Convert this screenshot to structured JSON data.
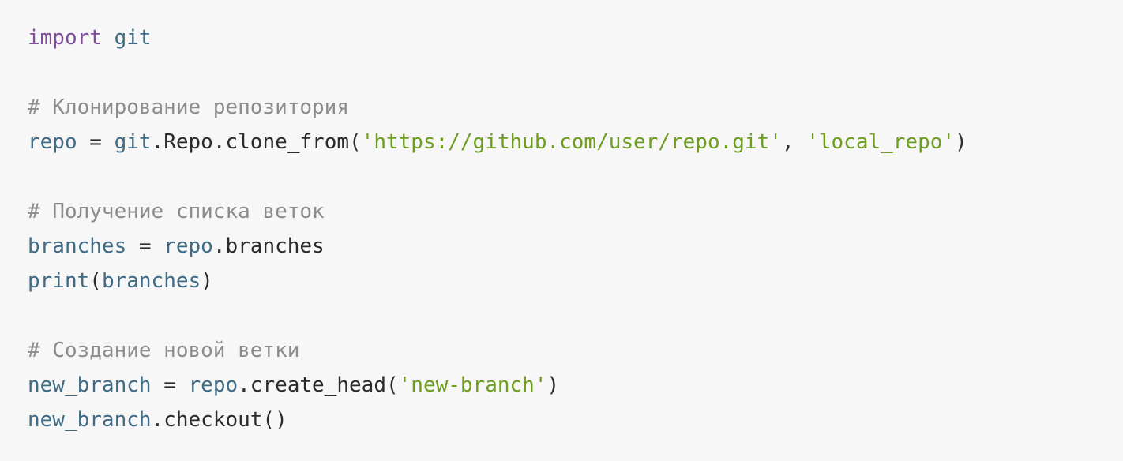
{
  "code": {
    "colors": {
      "background": "#f7f7f7",
      "keyword": "#7e4e9a",
      "variable": "#3f6b85",
      "string": "#6e9e1f",
      "comment": "#8c8c8c",
      "plain": "#2b2b2b"
    },
    "lines": [
      [
        {
          "t": "import",
          "k": "keyword"
        },
        {
          "t": " ",
          "k": "plain"
        },
        {
          "t": "git",
          "k": "variable"
        }
      ],
      [],
      [
        {
          "t": "# Клонирование репозитория",
          "k": "comment"
        }
      ],
      [
        {
          "t": "repo",
          "k": "variable"
        },
        {
          "t": " = ",
          "k": "plain"
        },
        {
          "t": "git",
          "k": "variable"
        },
        {
          "t": ".Repo.clone_from(",
          "k": "plain"
        },
        {
          "t": "'https://github.com/user/repo.git'",
          "k": "string"
        },
        {
          "t": ", ",
          "k": "plain"
        },
        {
          "t": "'local_repo'",
          "k": "string"
        },
        {
          "t": ")",
          "k": "plain"
        }
      ],
      [],
      [
        {
          "t": "# Получение списка веток",
          "k": "comment"
        }
      ],
      [
        {
          "t": "branches",
          "k": "variable"
        },
        {
          "t": " = ",
          "k": "plain"
        },
        {
          "t": "repo",
          "k": "variable"
        },
        {
          "t": ".branches",
          "k": "plain"
        }
      ],
      [
        {
          "t": "print",
          "k": "variable"
        },
        {
          "t": "(",
          "k": "plain"
        },
        {
          "t": "branches",
          "k": "variable"
        },
        {
          "t": ")",
          "k": "plain"
        }
      ],
      [],
      [
        {
          "t": "# Создание новой ветки",
          "k": "comment"
        }
      ],
      [
        {
          "t": "new_branch",
          "k": "variable"
        },
        {
          "t": " = ",
          "k": "plain"
        },
        {
          "t": "repo",
          "k": "variable"
        },
        {
          "t": ".create_head(",
          "k": "plain"
        },
        {
          "t": "'new-branch'",
          "k": "string"
        },
        {
          "t": ")",
          "k": "plain"
        }
      ],
      [
        {
          "t": "new_branch",
          "k": "variable"
        },
        {
          "t": ".checkout()",
          "k": "plain"
        }
      ]
    ]
  }
}
